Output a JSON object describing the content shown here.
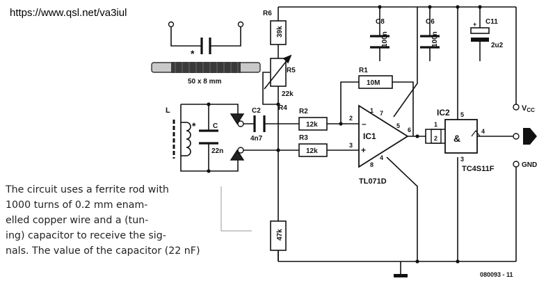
{
  "header": {
    "url": "https://www.qsl.net/va3iul"
  },
  "caption": {
    "lines": [
      "The circuit uses a ferrite rod with",
      "1000 turns of 0.2 mm enam-",
      "elled copper wire and a (tun-",
      "ing) capacitor to receive the sig-",
      "nals. The value of the capacitor (22 nF)"
    ]
  },
  "components": {
    "r6": {
      "name": "R6",
      "value": "39k"
    },
    "r5": {
      "name": "R5",
      "value": "22k"
    },
    "r4": {
      "name": "R4",
      "value": "47k"
    },
    "r1": {
      "name": "R1",
      "value": "10M"
    },
    "r2": {
      "name": "R2",
      "value": "12k"
    },
    "r3": {
      "name": "R3",
      "value": "12k"
    },
    "c8": {
      "name": "C8",
      "value": "100n"
    },
    "c6": {
      "name": "C6",
      "value": "100n"
    },
    "c11": {
      "name": "C11",
      "value": "2u2"
    },
    "c2": {
      "name": "C2",
      "value": "4n7"
    },
    "c": {
      "name": "C",
      "value": "22n"
    },
    "l": {
      "name": "L"
    },
    "ic1": {
      "name": "IC1",
      "part": "TL071D",
      "pins": [
        "2",
        "3",
        "4",
        "5",
        "6",
        "7",
        "1",
        "8"
      ],
      "minus": "–",
      "plus": "+"
    },
    "ic2": {
      "name": "IC2",
      "part": "TC4S11F",
      "symbol": "&",
      "pins": [
        "1",
        "2",
        "3",
        "4",
        "5"
      ]
    }
  },
  "rod": {
    "dimension": "50 x 8 mm",
    "star": "*"
  },
  "tank_star": "*",
  "terminals": {
    "vcc_v": "V",
    "vcc_sub": "CC",
    "gnd": "GND"
  },
  "figure_id": "080093 - 11"
}
